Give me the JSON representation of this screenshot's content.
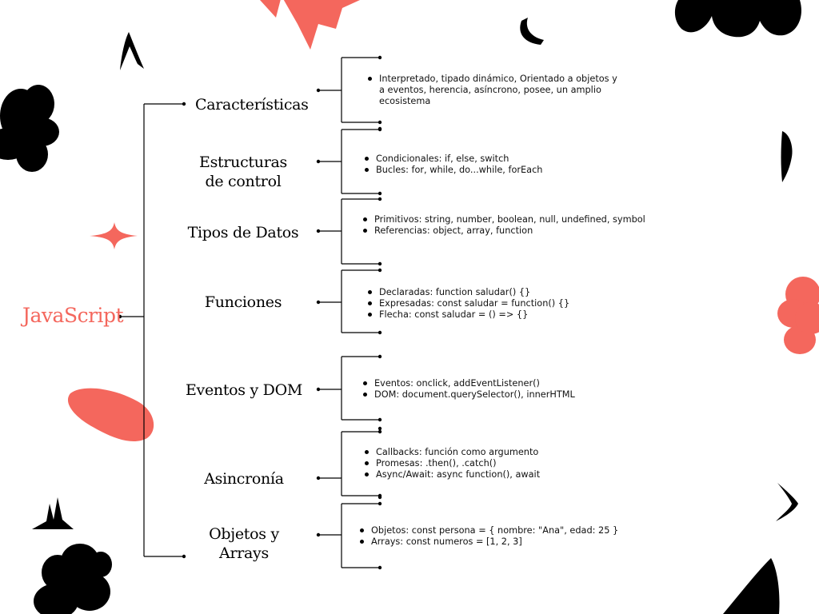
{
  "root": {
    "label": "JavaScript",
    "color": "#f4675d"
  },
  "topics": [
    {
      "id": "caracteristicas",
      "label": "Características",
      "details": [
        "Interpretado, tipado dinámico, Orientado a objetos y a eventos, herencia, asíncrono, posee, un amplio ecosistema"
      ]
    },
    {
      "id": "estructuras",
      "label": "Estructuras de control",
      "details": [
        "Condicionales: if, else, switch",
        "Bucles: for, while, do...while, forEach"
      ]
    },
    {
      "id": "tipos",
      "label": "Tipos de Datos",
      "details": [
        "Primitivos: string, number, boolean, null, undefined, symbol",
        "Referencias: object, array, function"
      ]
    },
    {
      "id": "funciones",
      "label": "Funciones",
      "details": [
        "Declaradas: function saludar() {}",
        "Expresadas: const saludar = function() {}",
        "Flecha: const saludar = () => {}"
      ]
    },
    {
      "id": "eventos",
      "label": "Eventos y DOM",
      "details": [
        "Eventos: onclick, addEventListener()",
        "DOM: document.querySelector(), innerHTML"
      ]
    },
    {
      "id": "asincronia",
      "label": "Asincronía",
      "details": [
        "Callbacks: función como argumento",
        "Promesas: .then(), .catch()",
        "Async/Await: async function(), await"
      ]
    },
    {
      "id": "objetos",
      "label": "Objetos y Arrays",
      "details": [
        "Objetos: const persona = { nombre: \"Ana\", edad: 25 }",
        "Arrays: const numeros = [1, 2, 3]"
      ]
    }
  ],
  "colors": {
    "accent": "#f4675d",
    "ink": "#000000"
  }
}
